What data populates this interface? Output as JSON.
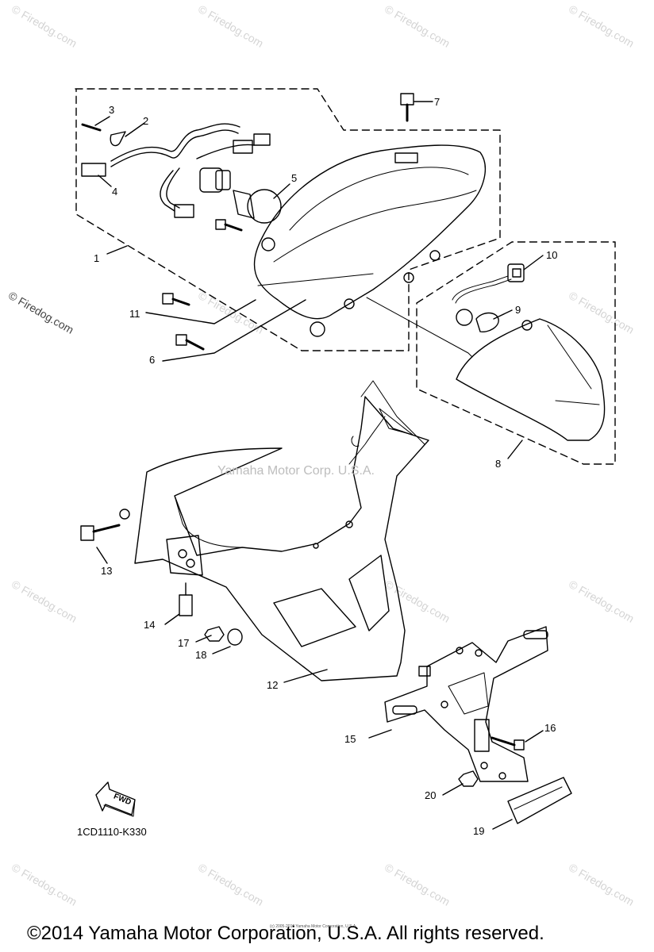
{
  "watermark": "© Firedog.com",
  "center_watermark": "Yamaha Motor Corp. U.S.A.",
  "diagram_code": "1CD1110-K330",
  "fwd_label": "FWD",
  "copyright": "©2014 Yamaha Motor Corporation, U.S.A. All rights reserved.",
  "tiny_copyright": "(c) 2005-2016 Yamaha Motor Corporation, U.S.A.",
  "callouts": [
    "1",
    "2",
    "3",
    "4",
    "5",
    "6",
    "7",
    "8",
    "9",
    "10",
    "11",
    "12",
    "13",
    "14",
    "15",
    "16",
    "17",
    "18",
    "19",
    "20"
  ]
}
